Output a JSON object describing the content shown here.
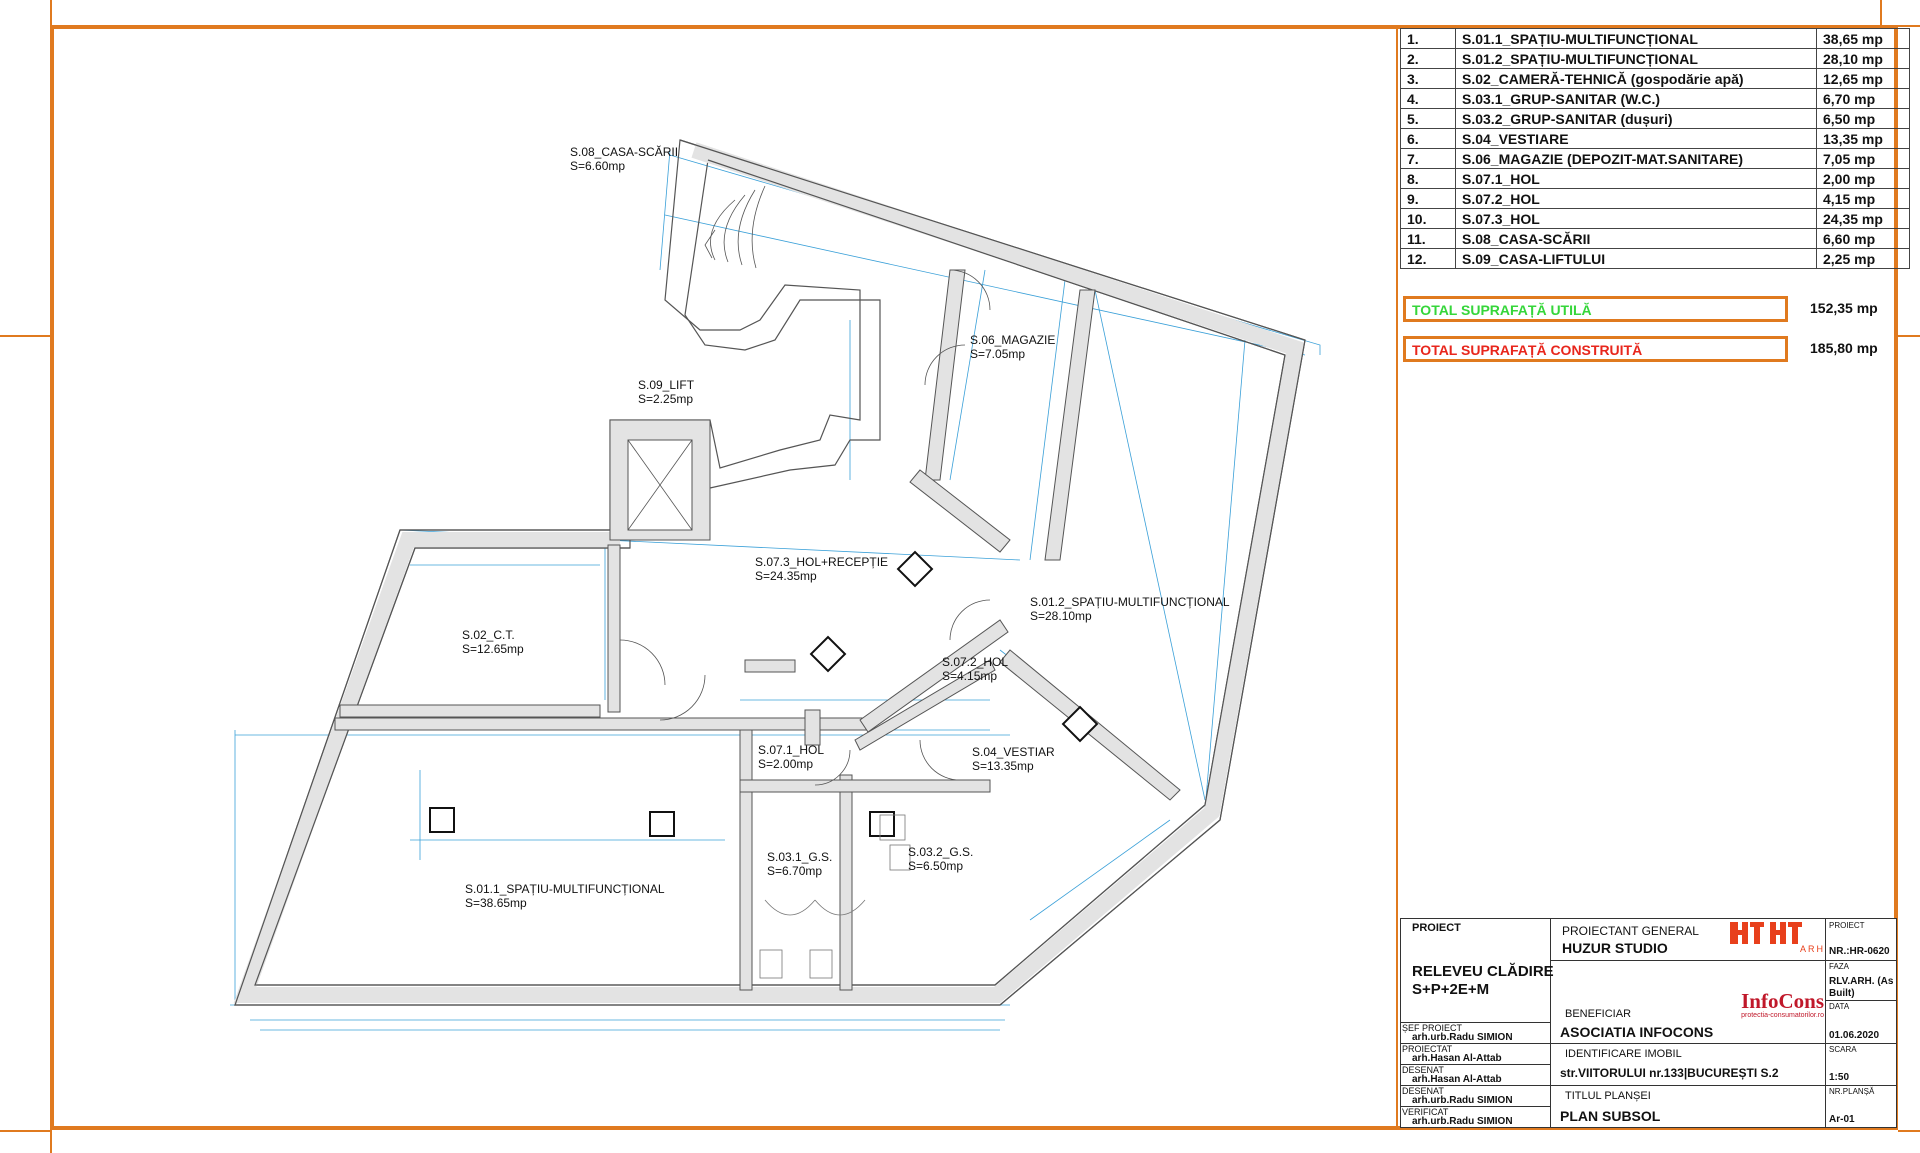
{
  "rooms": [
    {
      "id": "s011",
      "name": "S.01.1_SPAȚIU-MULTIFUNCȚIONAL",
      "area": "S=38.65mp"
    },
    {
      "id": "s012",
      "name": "S.01.2_SPAȚIU-MULTIFUNCȚIONAL",
      "area": "S=28.10mp"
    },
    {
      "id": "s02",
      "name": "S.02_C.T.",
      "area": "S=12.65mp"
    },
    {
      "id": "s031",
      "name": "S.03.1_G.S.",
      "area": "S=6.70mp"
    },
    {
      "id": "s032",
      "name": "S.03.2_G.S.",
      "area": "S=6.50mp"
    },
    {
      "id": "s04",
      "name": "S.04_VESTIAR",
      "area": "S=13.35mp"
    },
    {
      "id": "s06",
      "name": "S.06_MAGAZIE",
      "area": "S=7.05mp"
    },
    {
      "id": "s071",
      "name": "S.07.1_HOL",
      "area": "S=2.00mp"
    },
    {
      "id": "s072",
      "name": "S.07.2_HOL",
      "area": "S=4.15mp"
    },
    {
      "id": "s073",
      "name": "S.07.3_HOL+RECEPȚIE",
      "area": "S=24.35mp"
    },
    {
      "id": "s08",
      "name": "S.08_CASA-SCĂRII",
      "area": "S=6.60mp"
    },
    {
      "id": "s09",
      "name": "S.09_LIFT",
      "area": "S=2.25mp"
    }
  ],
  "area_table": [
    {
      "num": "1.",
      "name": "S.01.1_SPAȚIU-MULTIFUNCȚIONAL",
      "value": "38,65 mp"
    },
    {
      "num": "2.",
      "name": "S.01.2_SPAȚIU-MULTIFUNCȚIONAL",
      "value": "28,10 mp"
    },
    {
      "num": "3.",
      "name": "S.02_CAMERĂ-TEHNICĂ (gospodărie apă)",
      "value": "12,65 mp"
    },
    {
      "num": "4.",
      "name": "S.03.1_GRUP-SANITAR (W.C.)",
      "value": "6,70 mp"
    },
    {
      "num": "5.",
      "name": "S.03.2_GRUP-SANITAR (dușuri)",
      "value": "6,50 mp"
    },
    {
      "num": "6.",
      "name": "S.04_VESTIARE",
      "value": "13,35 mp"
    },
    {
      "num": "7.",
      "name": "S.06_MAGAZIE (DEPOZIT-MAT.SANITARE)",
      "value": "7,05 mp"
    },
    {
      "num": "8.",
      "name": "S.07.1_HOL",
      "value": "2,00 mp"
    },
    {
      "num": "9.",
      "name": "S.07.2_HOL",
      "value": "4,15 mp"
    },
    {
      "num": "10.",
      "name": "S.07.3_HOL",
      "value": "24,35 mp"
    },
    {
      "num": "11.",
      "name": "S.08_CASA-SCĂRII",
      "value": "6,60 mp"
    },
    {
      "num": "12.",
      "name": "S.09_CASA-LIFTULUI",
      "value": "2,25 mp"
    }
  ],
  "totals": {
    "util_label": "TOTAL SUPRAFAȚĂ UTILĂ",
    "util_value": "152,35 mp",
    "util_color": "#35d63a",
    "built_label": "TOTAL SUPRAFAȚĂ CONSTRUITĂ",
    "built_value": "185,80 mp",
    "built_color": "#e8261c"
  },
  "title_block": {
    "proiect_label": "PROIECT",
    "proiect_title1": "RELEVEU CLĂDIRE",
    "proiect_title2": "S+P+2E+M",
    "proiectant_label": "PROIECTANT GENERAL",
    "proiectant": "HUZUR STUDIO",
    "logo_text": "ARH",
    "beneficiar_label": "BENEFICIAR",
    "beneficiar": "ASOCIATIA INFOCONS",
    "infocons_logo": "InfoCons",
    "infocons_sub": "protectia-consumatorilor.ro",
    "identificare_label": "IDENTIFICARE IMOBIL",
    "adresa": "str.VIITORULUI nr.133|BUCUREȘTI S.2",
    "titlu_label": "TITLUL PLANȘEI",
    "titlu": "PLAN SUBSOL",
    "sef_label": "ȘEF PROIECT",
    "sef": "arh.urb.Radu SIMION",
    "proiectat_label": "PROIECTAT",
    "proiectat": "arh.Hasan Al-Attab",
    "desenat1_label": "DESENAT",
    "desenat1": "arh.Hasan Al-Attab",
    "desenat2_label": "DESENAT",
    "desenat2": "arh.urb.Radu SIMION",
    "verificat_label": "VERIFICAT",
    "verificat": "arh.urb.Radu SIMION",
    "proiect_nr_label": "PROIECT",
    "proiect_nr": "NR.:HR-0620",
    "faza_label": "FAZA",
    "faza": "RLV.ARH. (As Built)",
    "data_label": "DATA",
    "data": "01.06.2020",
    "scara_label": "SCARA",
    "scara": "1:50",
    "plansa_label": "NR.PLANȘĂ",
    "plansa": "Ar-01"
  },
  "colors": {
    "frame": "#e07a1f",
    "wall": "#d8d8d8",
    "dimension": "#3aa0d8"
  }
}
